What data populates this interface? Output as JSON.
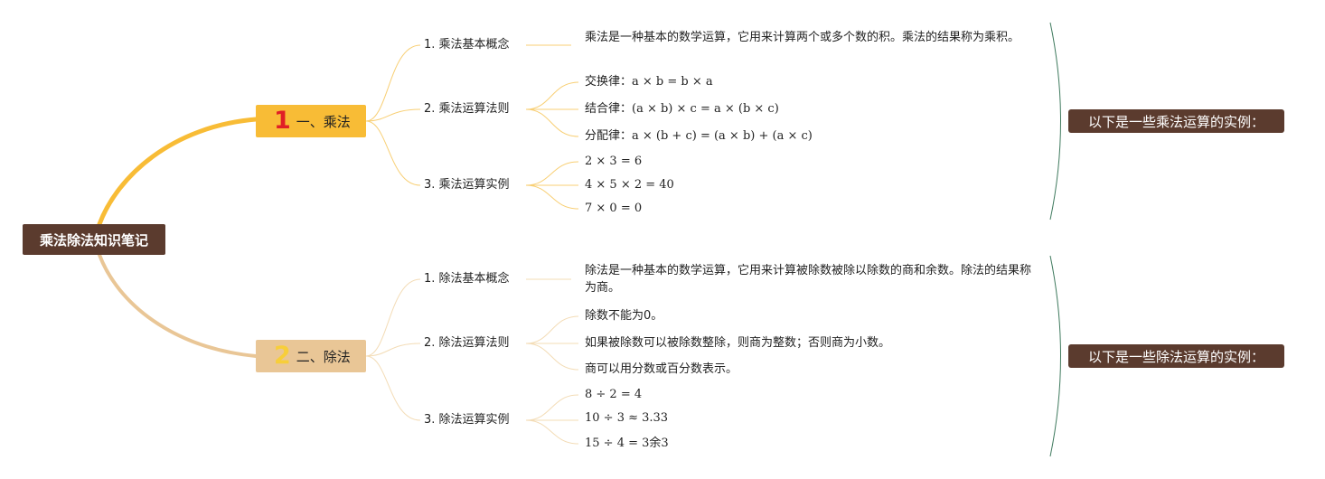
{
  "root": {
    "title": "乘法除法知识笔记"
  },
  "branches": [
    {
      "number": "1",
      "title": "一、乘法",
      "sub": [
        {
          "label": "1. 乘法基本概念",
          "leaves": [
            "乘法是一种基本的数学运算，它用来计算两个或多个数的积。乘法的结果称为乘积。"
          ]
        },
        {
          "label": "2. 乘法运算法则",
          "leaves": [
            "交换律：a × b = b × a",
            "结合律：(a × b) × c = a × (b × c)",
            "分配律：a × (b + c) = (a × b) + (a × c)"
          ]
        },
        {
          "label": "3. 乘法运算实例",
          "leaves": [
            "2 × 3 = 6",
            "4 × 5 × 2 = 40",
            "7 × 0 = 0"
          ]
        }
      ],
      "summary": "以下是一些乘法运算的实例："
    },
    {
      "number": "2",
      "title": "二、除法",
      "sub": [
        {
          "label": "1. 除法基本概念",
          "leaves": [
            "除法是一种基本的数学运算，它用来计算被除数被除以除数的商和余数。除法的结果称为商。"
          ]
        },
        {
          "label": "2. 除法运算法则",
          "leaves": [
            "除数不能为0。",
            "如果被除数可以被除数整除，则商为整数；否则商为小数。",
            "商可以用分数或百分数表示。"
          ]
        },
        {
          "label": "3. 除法运算实例",
          "leaves": [
            "8 ÷ 2 = 4",
            "10 ÷ 3 ≈ 3.33",
            "15 ÷ 4 = 3余3"
          ]
        }
      ],
      "summary": "以下是一些除法运算的实例："
    }
  ],
  "colors": {
    "root": "#5b3b2e",
    "branch1": "#f8bc36",
    "branch2": "#e9c696",
    "number1": "#e01f26",
    "number2": "#f7ce3a",
    "bracket": "#3f7a5e"
  }
}
